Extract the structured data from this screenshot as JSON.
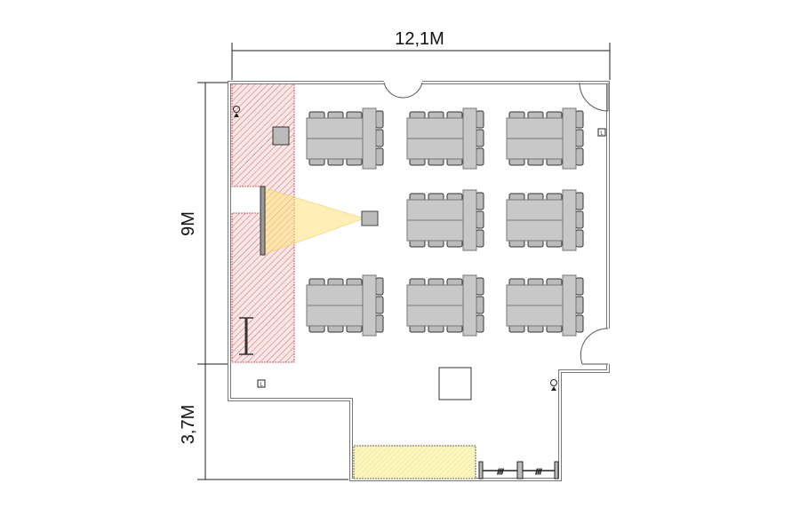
{
  "dimensions": {
    "width": "12,1M",
    "height_main": "9M",
    "height_lower": "3,7M"
  },
  "markers": {
    "light_switch": "L"
  },
  "layout": {
    "table_rows": 3,
    "table_columns": 3,
    "tables_missing": [
      "row2-col1"
    ]
  },
  "colors": {
    "stage_hatch": "#e07070",
    "projection": "#ffe27a",
    "storage_zone": "#f7f3a8",
    "table": "#c8c8c8",
    "wall": "#777777"
  }
}
